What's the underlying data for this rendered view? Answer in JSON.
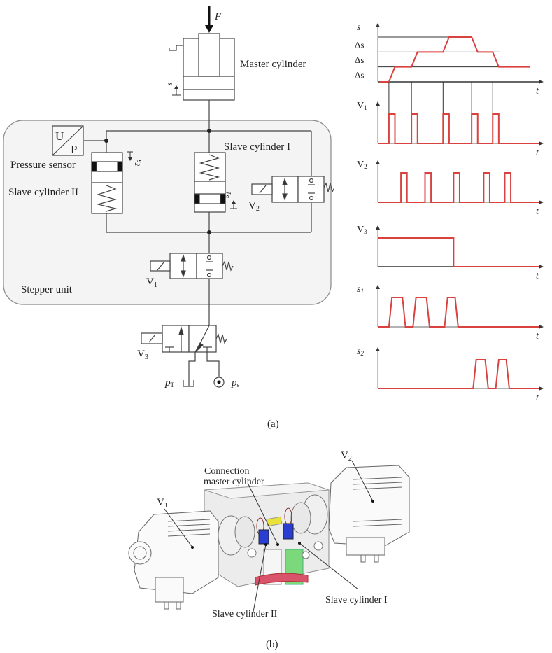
{
  "figure": {
    "caption_a": "(a)",
    "caption_b": "(b)"
  },
  "schematic": {
    "force_label": "F",
    "master_cylinder_label": "Master cylinder",
    "master_stroke_label": "s",
    "stepper_unit_label": "Stepper unit",
    "pressure_sensor": {
      "label": "Pressure sensor",
      "top": "U",
      "bottom": "P"
    },
    "slave_cylinder_1_label": "Slave cylinder I",
    "slave_cylinder_2_label": "Slave cylinder II",
    "s1_label": "s",
    "s1_sub": "1",
    "s2_label": "s",
    "s2_sub": "2",
    "valves": [
      {
        "id": "V1",
        "main": "V",
        "sub": "1"
      },
      {
        "id": "V2",
        "main": "V",
        "sub": "2"
      },
      {
        "id": "V3",
        "main": "V",
        "sub": "3"
      }
    ],
    "tank_label": {
      "main": "p",
      "sub": "T"
    },
    "supply_label": {
      "main": "p",
      "sub": "s"
    }
  },
  "chart_data": [
    {
      "type": "line",
      "id": "s",
      "ylabel": "s",
      "ylabel_sub": "",
      "xlabel": "t",
      "y_tick_labels": [
        "Δs",
        "Δs",
        "Δs"
      ],
      "levels": 3,
      "points": [
        [
          0,
          0
        ],
        [
          0.06,
          0
        ],
        [
          0.1,
          1
        ],
        [
          0.21,
          1
        ],
        [
          0.25,
          2
        ],
        [
          0.42,
          2
        ],
        [
          0.46,
          3
        ],
        [
          0.61,
          3
        ],
        [
          0.65,
          2
        ],
        [
          0.75,
          2
        ],
        [
          0.79,
          1
        ],
        [
          1.0,
          1
        ]
      ]
    },
    {
      "type": "line",
      "id": "V1",
      "ylabel": "V",
      "ylabel_sub": "1",
      "xlabel": "t",
      "pulses": [
        [
          0.06,
          0.1
        ],
        [
          0.21,
          0.25
        ],
        [
          0.42,
          0.46
        ],
        [
          0.61,
          0.65
        ],
        [
          0.75,
          0.79
        ]
      ]
    },
    {
      "type": "line",
      "id": "V2",
      "ylabel": "V",
      "ylabel_sub": "2",
      "xlabel": "t",
      "pulses": [
        [
          0.14,
          0.18
        ],
        [
          0.3,
          0.34
        ],
        [
          0.49,
          0.53
        ],
        [
          0.69,
          0.73
        ],
        [
          0.83,
          0.87
        ]
      ]
    },
    {
      "type": "line",
      "id": "V3",
      "ylabel": "V",
      "ylabel_sub": "3",
      "xlabel": "t",
      "pulses": [
        [
          0.0,
          0.49
        ]
      ]
    },
    {
      "type": "line",
      "id": "s1",
      "ylabel": "s",
      "ylabel_sub": "1",
      "xlabel": "t",
      "trapezoids": [
        [
          0.06,
          0.08,
          0.15,
          0.17
        ],
        [
          0.22,
          0.24,
          0.31,
          0.33
        ],
        [
          0.43,
          0.45,
          0.5,
          0.52
        ]
      ]
    },
    {
      "type": "line",
      "id": "s2",
      "ylabel": "s",
      "ylabel_sub": "2",
      "xlabel": "t",
      "trapezoids": [
        [
          0.62,
          0.64,
          0.7,
          0.72
        ],
        [
          0.77,
          0.79,
          0.84,
          0.86
        ]
      ]
    }
  ],
  "model_3d": {
    "labels": {
      "v1": {
        "main": "V",
        "sub": "1"
      },
      "v2": {
        "main": "V",
        "sub": "2"
      },
      "connection_line1": "Connection",
      "connection_line2": "master cylinder",
      "slave1": "Slave cylinder I",
      "slave2": "Slave cylinder II"
    }
  },
  "colors": {
    "signal": "#d9423f",
    "line": "#333333",
    "axis_grey": "#9a9a9a",
    "panel_bg": "#f4f4f4",
    "blue_part": "#2a3fd1",
    "yellow_part": "#e8e23a",
    "green_part": "#6fd66f",
    "red_part": "#d9536a"
  }
}
